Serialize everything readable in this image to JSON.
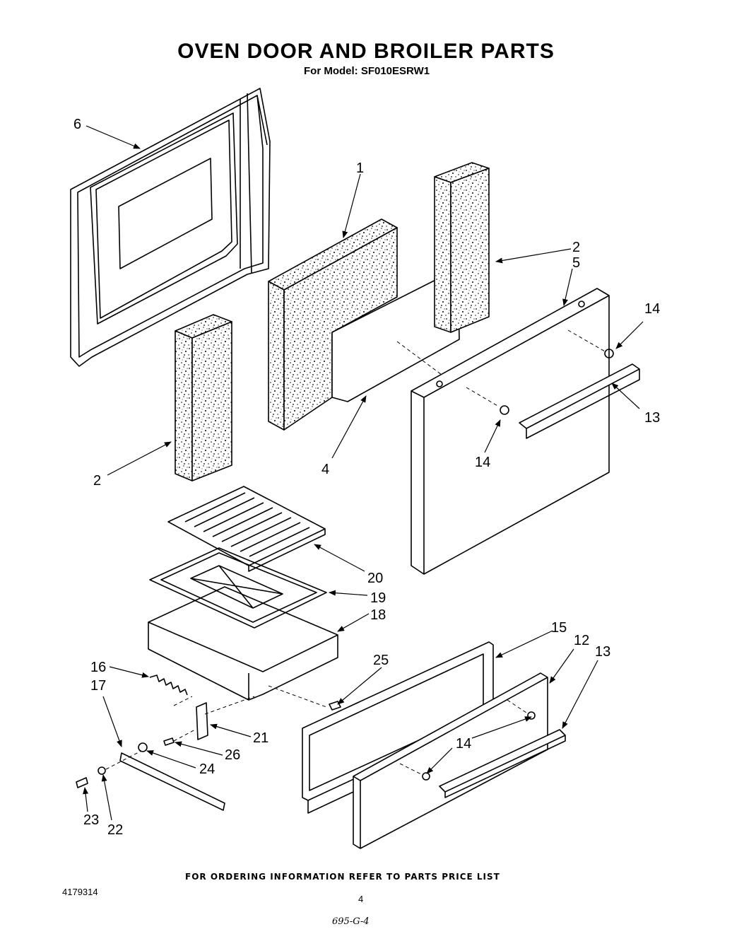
{
  "title": "OVEN DOOR AND BROILER PARTS",
  "subtitle": "For Model: SF010ESRW1",
  "ordering_note": "FOR ORDERING INFORMATION REFER TO PARTS PRICE LIST",
  "part_number": "4179314",
  "page_number": "4",
  "handwritten_note": "695-G-4",
  "callouts": {
    "c1": "1",
    "c2a": "2",
    "c2b": "2",
    "c4": "4",
    "c5": "5",
    "c6": "6",
    "c12": "12",
    "c13a": "13",
    "c13b": "13",
    "c14a": "14",
    "c14b": "14",
    "c14c": "14",
    "c15": "15",
    "c16": "16",
    "c17": "17",
    "c18": "18",
    "c19": "19",
    "c20": "20",
    "c21": "21",
    "c22": "22",
    "c23": "23",
    "c24": "24",
    "c25": "25",
    "c26": "26"
  }
}
